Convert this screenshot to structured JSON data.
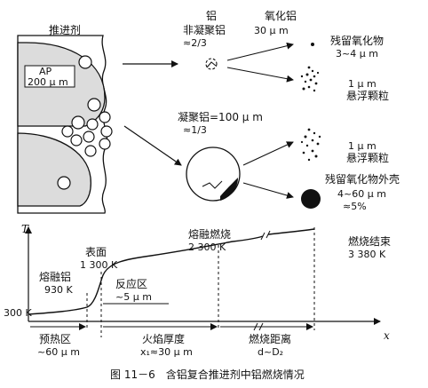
{
  "top": {
    "propellant_label": "推进剂",
    "ap_label": "AP",
    "ap_size": "200 μ m",
    "al_label": "铝",
    "non_agglomerated": "非凝聚铝",
    "non_agglomerated_fraction": "≈2/3",
    "al_oxide_label": "氧化铝",
    "al_oxide_size": "30 μ m",
    "residual_oxide": "残留氧化物",
    "residual_oxide_size": "3~4 μ m",
    "suspended_size_1": "1 μ m",
    "suspended_label_1": "悬浮颗粒",
    "agglomerated": "凝聚铝=100 μ m",
    "agglomerated_fraction": "≈1/3",
    "suspended_size_2": "1 μ m",
    "suspended_label_2": "悬浮颗粒",
    "residual_shell": "残留氧化物外壳",
    "residual_shell_size": "4~60 μ m",
    "residual_shell_fraction": "≈5%"
  },
  "graph": {
    "y_axis": "T",
    "x_axis": "x",
    "melting_al": "熔融铝",
    "melting_al_temp": "930 K",
    "surface": "表面",
    "surface_temp": "1 300 K",
    "reaction_zone": "反应区",
    "reaction_zone_size": "~5 μ m",
    "melt_combustion": "熔融燃烧",
    "melt_combustion_temp": "2 300 K",
    "combustion_end": "燃烧结束",
    "combustion_end_temp": "3 380 K",
    "start_temp": "300 K",
    "preheat_zone": "预热区",
    "preheat_size": "~60 μ m",
    "flame_thickness": "火焰厚度",
    "flame_thickness_value": "x₁≈30 μ m",
    "combustion_distance": "燃烧距离",
    "combustion_distance_value": "d~D₂"
  },
  "caption": "图 11－6　含铝复合推进剂中铝燃烧情况"
}
